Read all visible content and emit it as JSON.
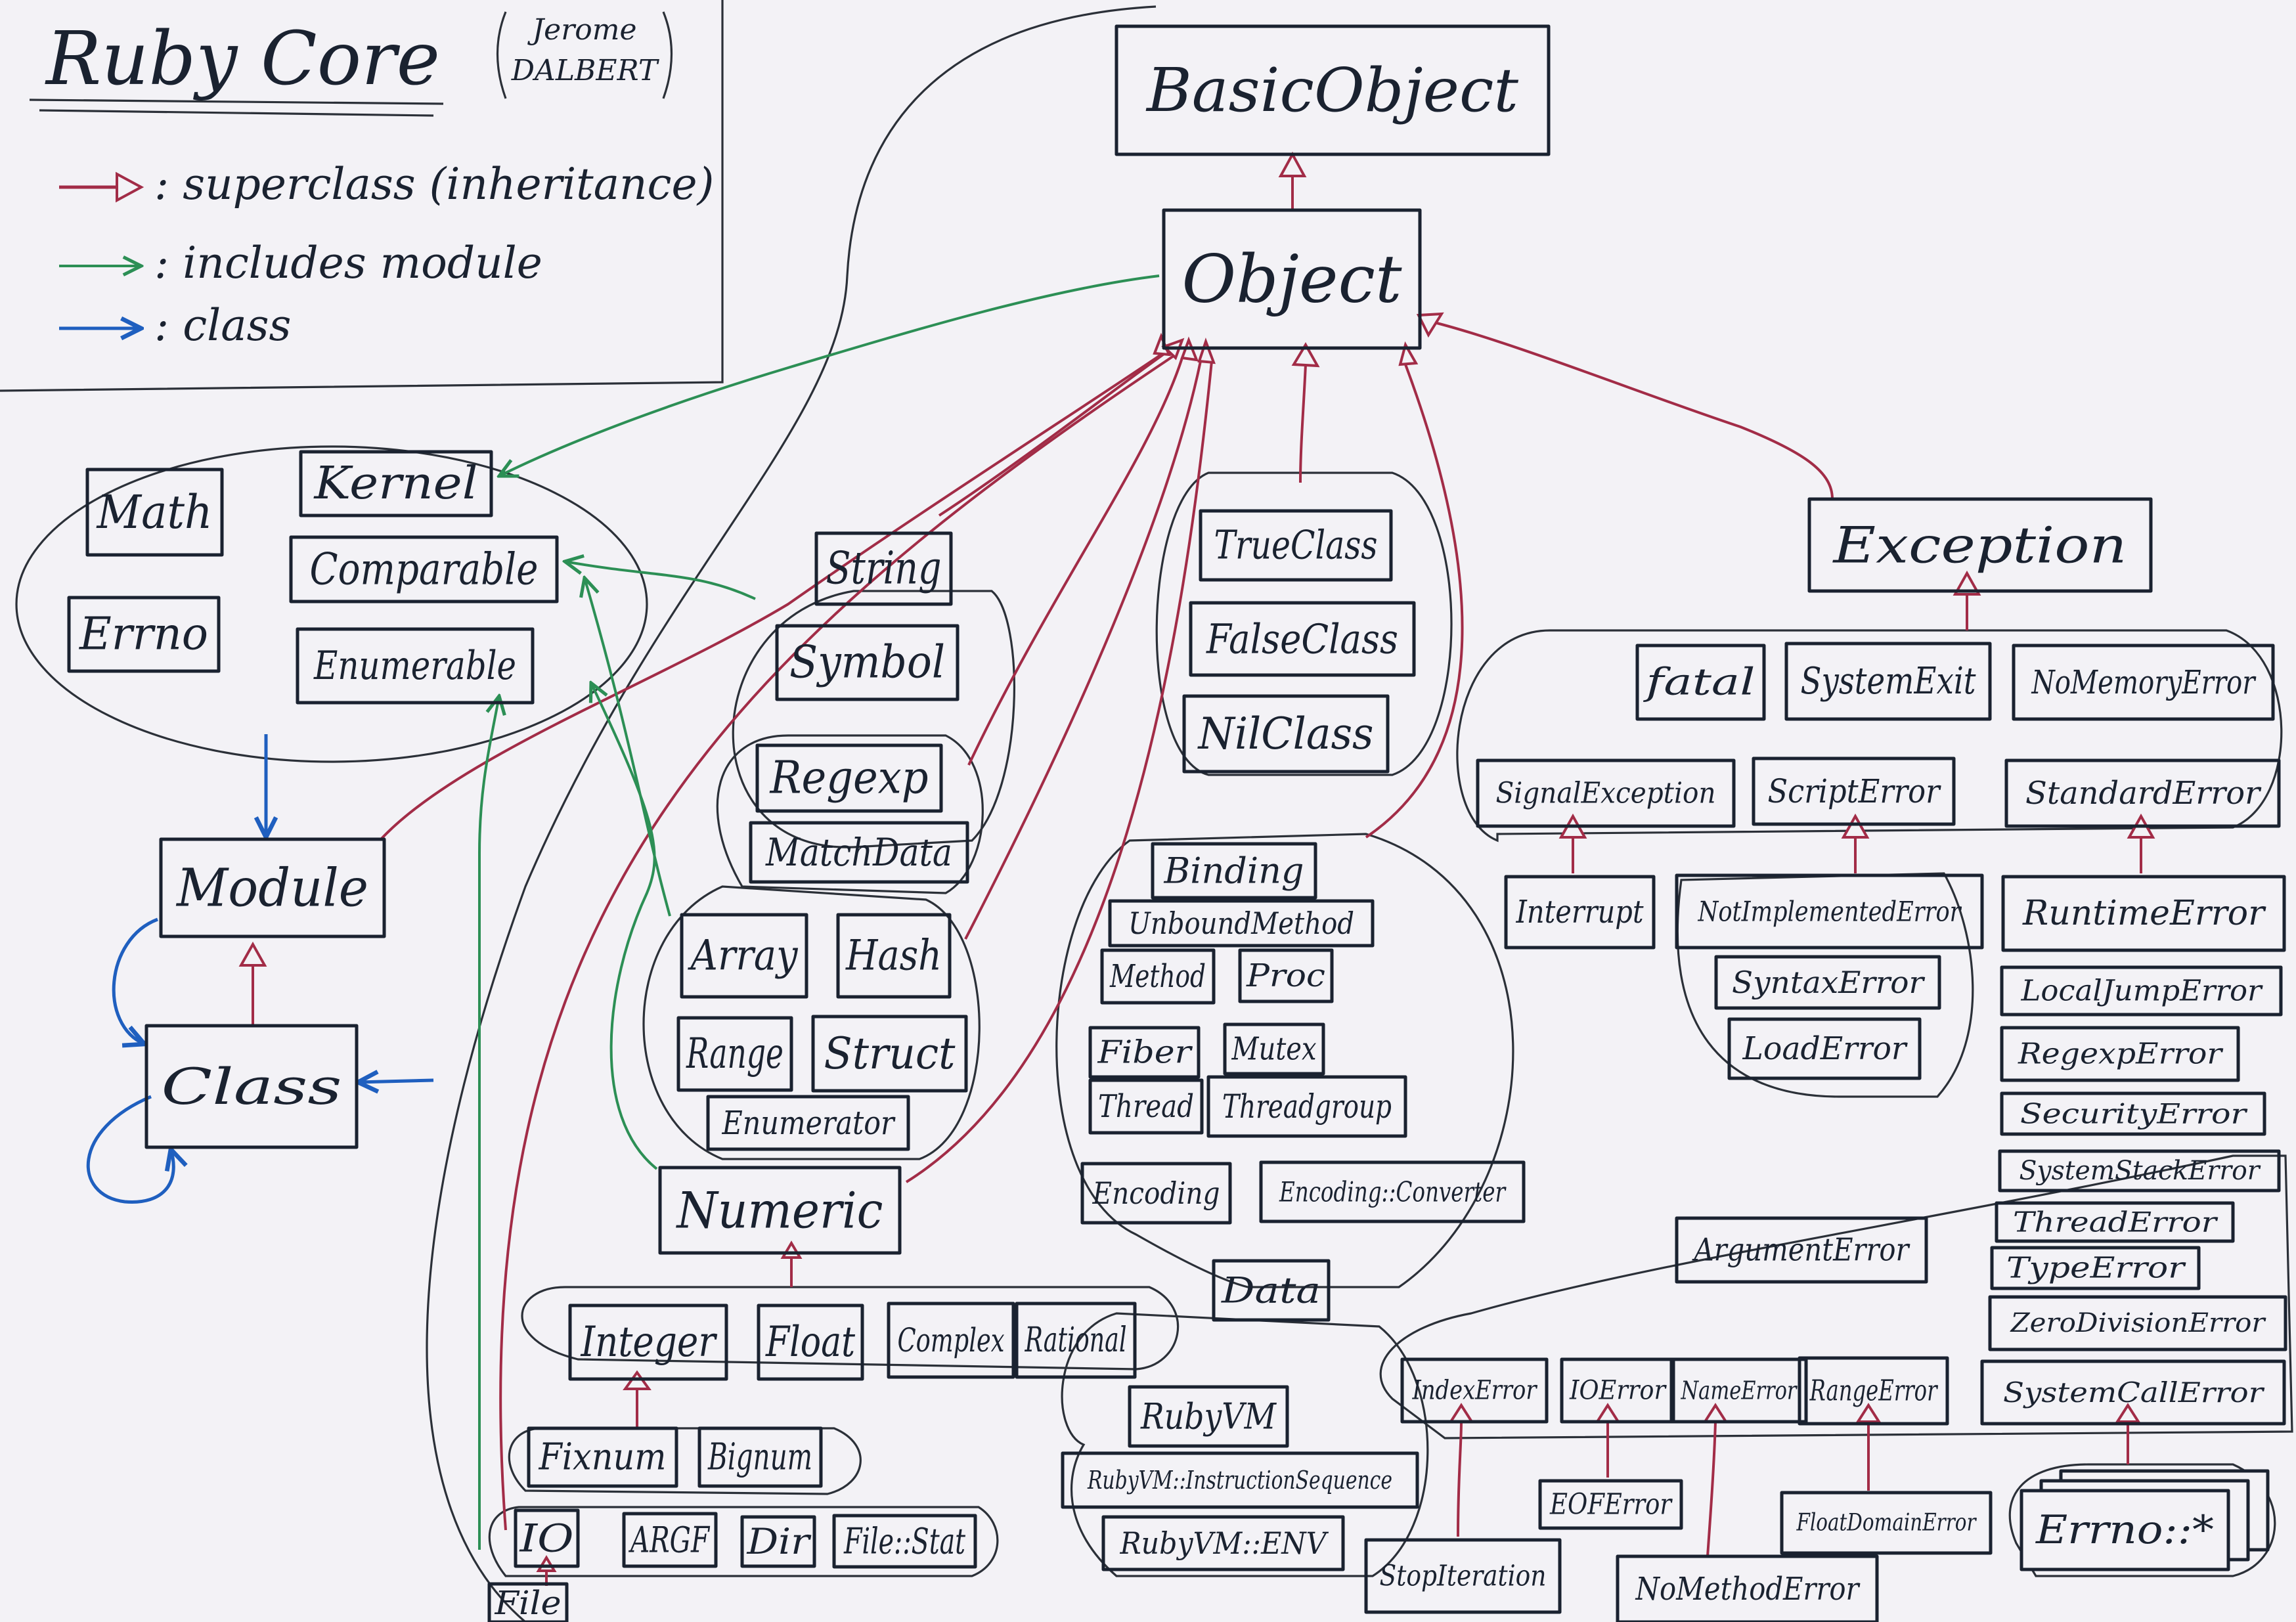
{
  "title": "Ruby Core",
  "author": [
    "Jerome",
    "DALBERT"
  ],
  "legend": [
    {
      "text": ": superclass (inheritance)",
      "color": "#a22c47"
    },
    {
      "text": ": includes module",
      "color": "#2c8f55"
    },
    {
      "text": ": class",
      "color": "#1f5fbf"
    }
  ],
  "colors": {
    "inheritance": "#a22c47",
    "includes": "#2c8f55",
    "class": "#1f5fbf",
    "ink": "#1a2230"
  },
  "nodes": {
    "basic_object": "BasicObject",
    "object": "Object",
    "math": "Math",
    "kernel": "Kernel",
    "comparable": "Comparable",
    "errno": "Errno",
    "enumerable": "Enumerable",
    "module": "Module",
    "class": "Class",
    "string": "String",
    "symbol": "Symbol",
    "regexp": "Regexp",
    "match_data": "MatchData",
    "array": "Array",
    "hash": "Hash",
    "range": "Range",
    "struct": "Struct",
    "enumerator": "Enumerator",
    "numeric": "Numeric",
    "integer": "Integer",
    "float": "Float",
    "complex": "Complex",
    "rational": "Rational",
    "fixnum": "Fixnum",
    "bignum": "Bignum",
    "io": "IO",
    "argf": "ARGF",
    "dir": "Dir",
    "file_stat": "File::Stat",
    "file": "File",
    "true_class": "TrueClass",
    "false_class": "FalseClass",
    "nil_class": "NilClass",
    "binding": "Binding",
    "unbound_method": "UnboundMethod",
    "method": "Method",
    "proc": "Proc",
    "fiber": "Fiber",
    "mutex": "Mutex",
    "thread": "Thread",
    "threadgroup": "Threadgroup",
    "encoding": "Encoding",
    "encoding_converter": "Encoding::Converter",
    "data": "Data",
    "rubyvm": "RubyVM",
    "rubyvm_iseq": "RubyVM::InstructionSequence",
    "rubyvm_env": "RubyVM::ENV",
    "exception": "Exception",
    "fatal": "fatal",
    "system_exit": "SystemExit",
    "no_memory_error": "NoMemoryError",
    "signal_exception": "SignalException",
    "script_error": "ScriptError",
    "standard_error": "StandardError",
    "interrupt": "Interrupt",
    "not_implemented_error": "NotImplementedError",
    "syntax_error": "SyntaxError",
    "load_error": "LoadError",
    "runtime_error": "RuntimeError",
    "local_jump_error": "LocalJumpError",
    "regexp_error": "RegexpError",
    "security_error": "SecurityError",
    "system_stack_error": "SystemStackError",
    "thread_error": "ThreadError",
    "type_error": "TypeError",
    "zero_division_error": "ZeroDivisionError",
    "argument_error": "ArgumentError",
    "index_error": "IndexError",
    "io_error": "IOError",
    "name_error": "NameError",
    "range_error": "RangeError",
    "system_call_error": "SystemCallError",
    "eof_error": "EOFError",
    "float_domain_error": "FloatDomainError",
    "errno_star": "Errno::*",
    "stop_iteration": "StopIteration",
    "no_method_error": "NoMethodError"
  }
}
